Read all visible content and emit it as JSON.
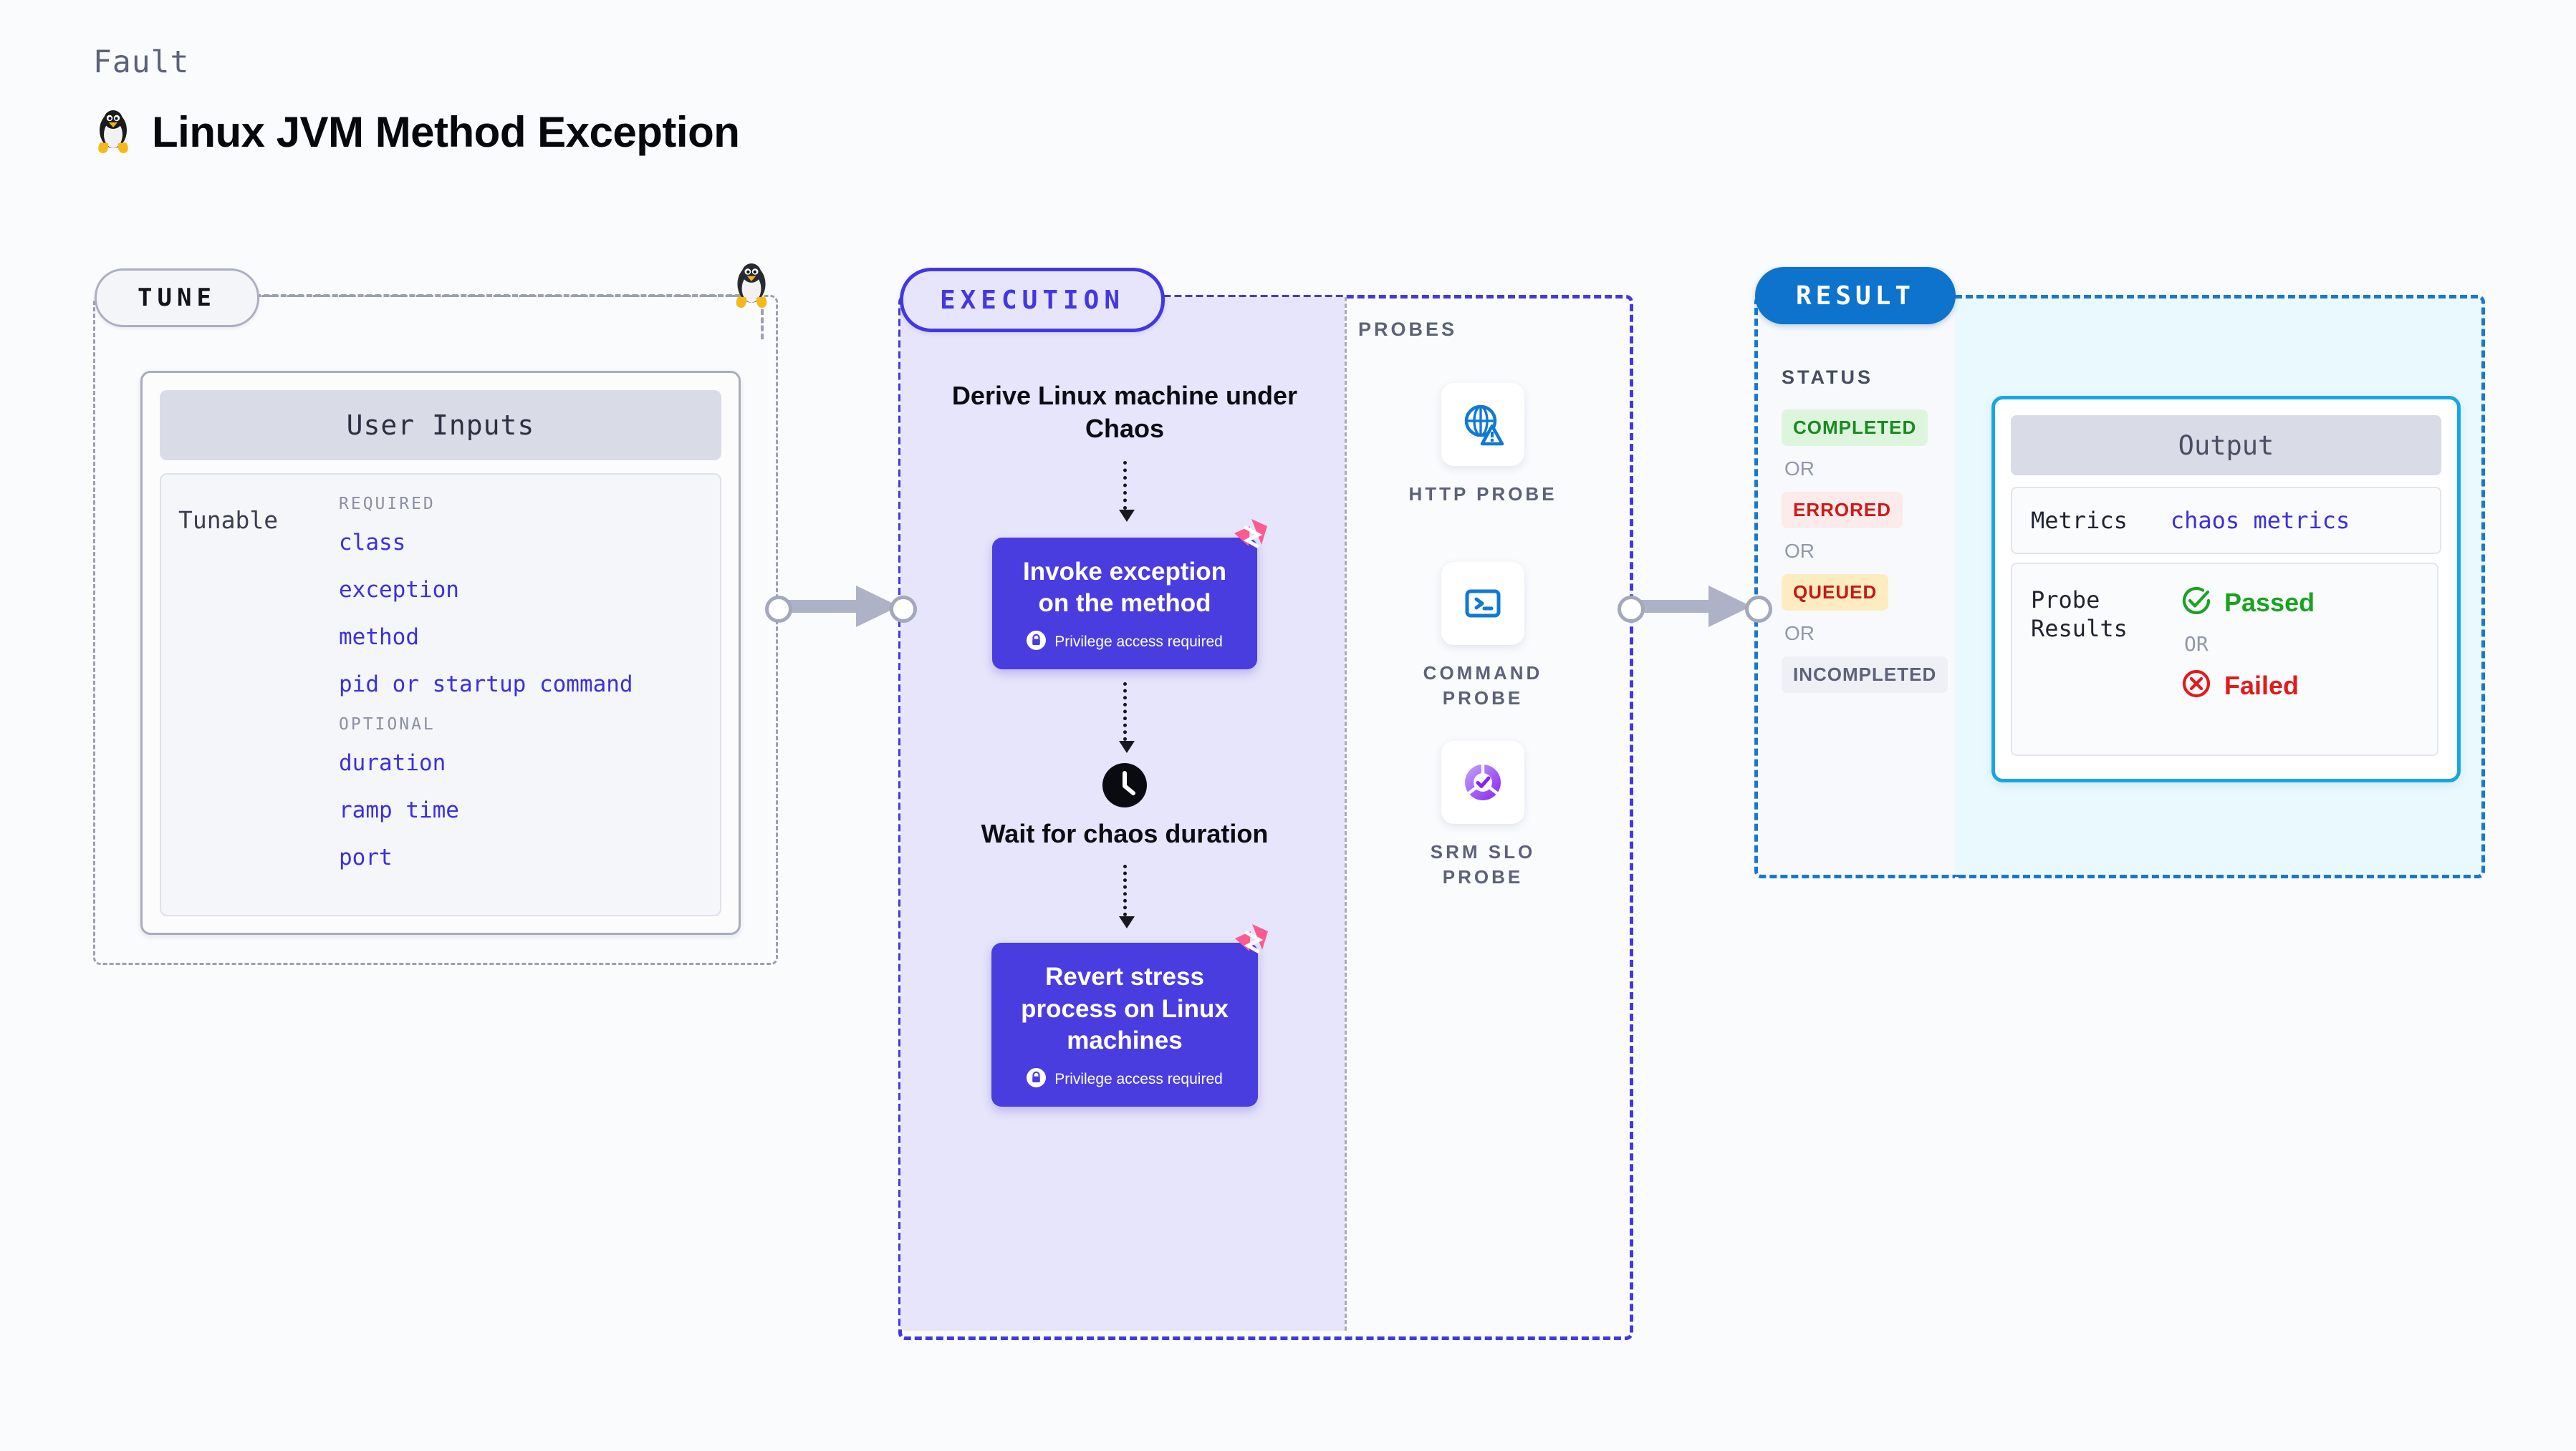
{
  "header": {
    "kicker": "Fault",
    "title": "Linux JVM Method Exception",
    "icon": "linux-penguin-icon"
  },
  "tune": {
    "pill_label": "TUNE",
    "connector_icon": "linux-penguin-icon",
    "card_title": "User Inputs",
    "tunable_label": "Tunable",
    "groups": [
      {
        "heading": "REQUIRED",
        "items": [
          "class",
          "exception",
          "method",
          "pid or startup command"
        ]
      },
      {
        "heading": "OPTIONAL",
        "items": [
          "duration",
          "ramp time",
          "port"
        ]
      }
    ]
  },
  "execution": {
    "pill_label": "EXECUTION",
    "steps": [
      {
        "type": "text",
        "label": "Derive Linux machine under Chaos"
      },
      {
        "type": "action",
        "label": "Invoke exception on the method",
        "note": "Privilege access required",
        "note_icon": "lock-icon",
        "badge_icon": "litmus-chaos-icon"
      },
      {
        "type": "clock",
        "icon": "clock-icon",
        "label": "Wait for chaos duration"
      },
      {
        "type": "action",
        "label": "Revert stress process on Linux machines",
        "note": "Privilege access required",
        "note_icon": "lock-icon",
        "badge_icon": "litmus-chaos-icon"
      }
    ]
  },
  "probes": {
    "section_label": "PROBES",
    "items": [
      {
        "name": "HTTP PROBE",
        "icon": "globe-warning-icon"
      },
      {
        "name": "COMMAND PROBE",
        "icon": "terminal-icon"
      },
      {
        "name": "SRM SLO PROBE",
        "icon": "srm-slo-check-icon"
      }
    ]
  },
  "result": {
    "pill_label": "RESULT",
    "status_label": "STATUS",
    "or_label": "OR",
    "statuses": [
      {
        "label": "COMPLETED",
        "color": "#1a8a1f",
        "bg": "#ddf5dd"
      },
      {
        "label": "ERRORED",
        "color": "#cc1b1b",
        "bg": "#fdeaea"
      },
      {
        "label": "QUEUED",
        "color": "#c21a1a",
        "bg": "#fcecc0"
      },
      {
        "label": "INCOMPLETED",
        "color": "#5c6278",
        "bg": "#eef0f5"
      }
    ],
    "output": {
      "title": "Output",
      "metrics_key": "Metrics",
      "metrics_value": "chaos metrics",
      "probe_results_key": "Probe Results",
      "passed_label": "Passed",
      "failed_label": "Failed",
      "or_label": "OR",
      "passed_icon": "check-circle-icon",
      "failed_icon": "x-circle-icon"
    }
  },
  "connectors": {
    "arrow_tune_to_execution": "arrow-right-icon",
    "arrow_execution_to_result": "arrow-right-icon"
  },
  "colors": {
    "page_bg": "#fafbfd",
    "accent_purple": "#4338e0",
    "accent_blue": "#0d73cd",
    "accent_cyan": "#18a6e0",
    "litmus_pink": "#fb5b8f",
    "grey_dash": "#9aa0b0"
  }
}
